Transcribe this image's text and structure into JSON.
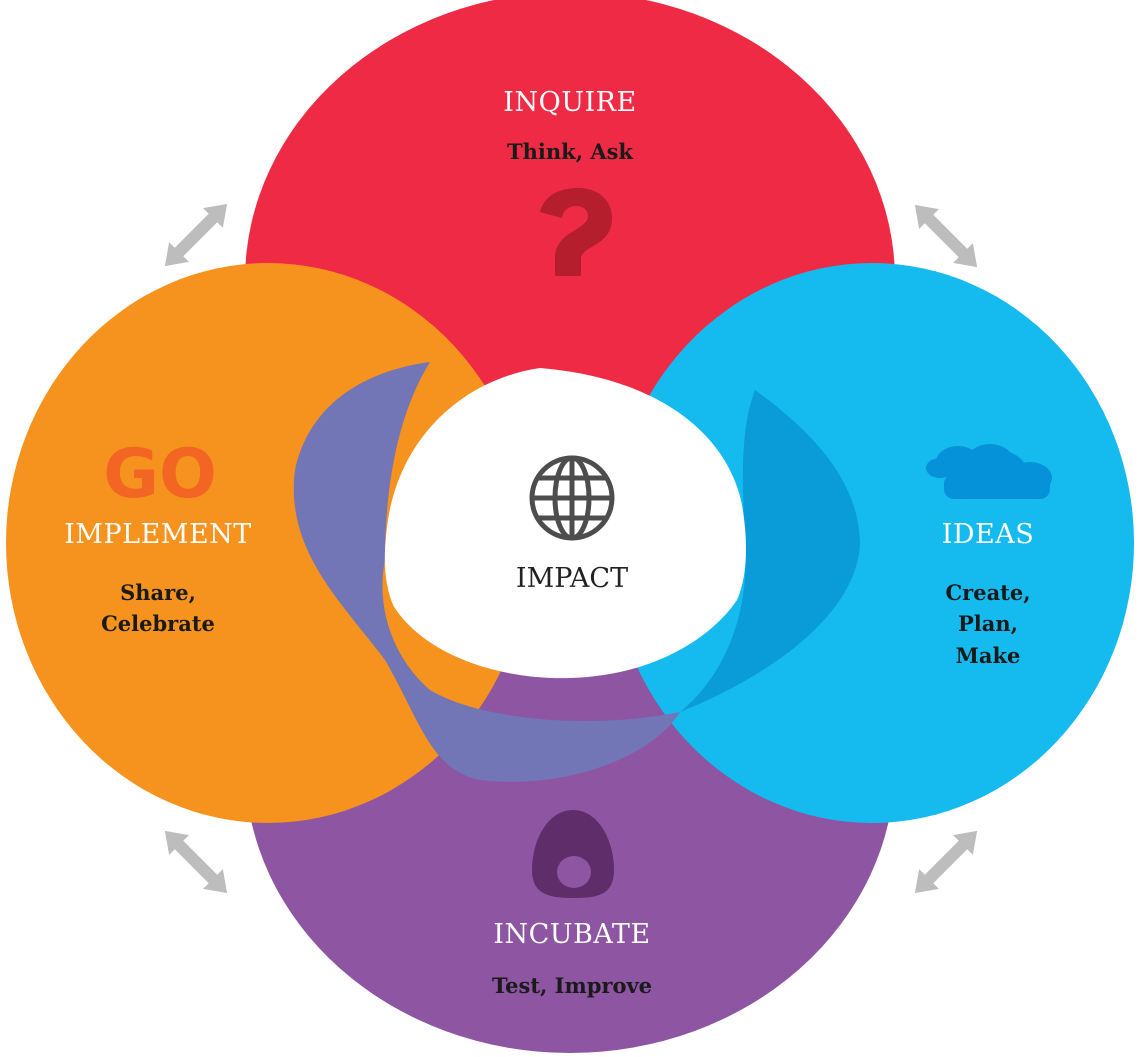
{
  "colors": {
    "inquire": "#ee2a45",
    "implement": "#f6921e",
    "ideas": "#15bbef",
    "incubate": "#8d55a2",
    "overlap_blue": "#0a9bd9",
    "overlap_violet": "#7275b6",
    "center": "#ffffff",
    "question_mark": "#b41e2d",
    "go_text": "#f26522",
    "cloud": "#0592d8",
    "egg": "#5e2d6a",
    "globe": "#4d4d4d",
    "arrows": "#bdbdbd"
  },
  "inquire": {
    "title": "INQUIRE",
    "subtitle": "Think, Ask",
    "icon": "question-mark-icon"
  },
  "implement": {
    "badge": "GO",
    "title": "IMPLEMENT",
    "subtitle_lines": [
      "Share,",
      "Celebrate"
    ]
  },
  "ideas": {
    "title": "IDEAS",
    "subtitle_lines": [
      "Create,",
      "Plan,",
      "Make"
    ],
    "icon": "cloud-icon"
  },
  "incubate": {
    "title": "INCUBATE",
    "subtitle": "Test, Improve",
    "icon": "egg-icon"
  },
  "center": {
    "title": "IMPACT",
    "icon": "globe-icon"
  },
  "arrows": [
    "double-arrow-icon",
    "double-arrow-icon",
    "double-arrow-icon",
    "double-arrow-icon"
  ]
}
